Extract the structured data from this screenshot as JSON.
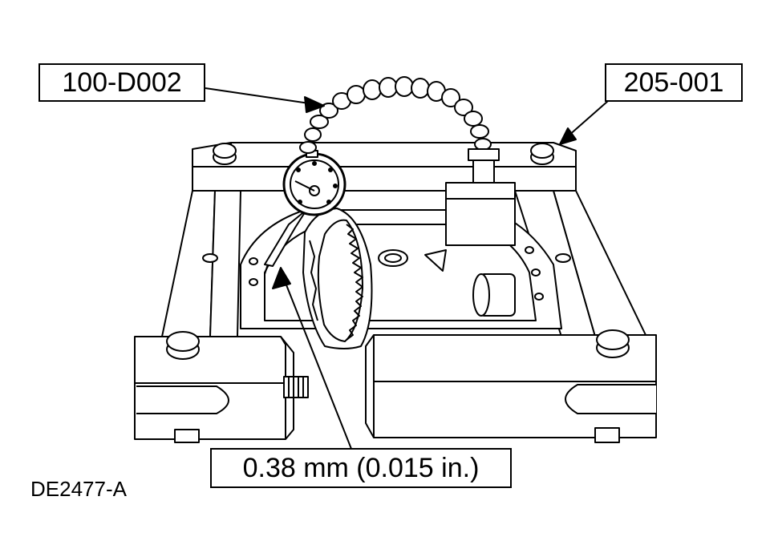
{
  "callouts": {
    "dial_indicator_tool": "100-D002",
    "holding_fixture_tool": "205-001",
    "runout_spec": "0.38 mm (0.015 in.)"
  },
  "figure_id": "DE2477-A",
  "colors": {
    "line": "#000000",
    "background": "#ffffff"
  }
}
